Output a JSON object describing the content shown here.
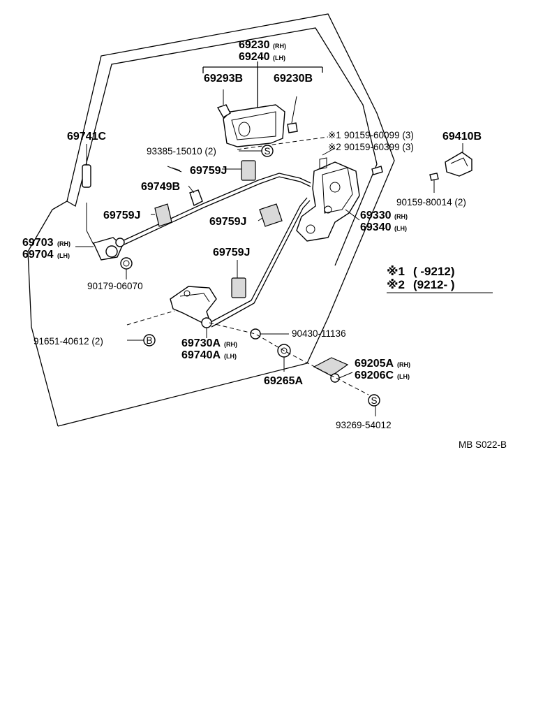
{
  "parts": {
    "p69230rh": "69230",
    "p69230rh_tag": "(RH)",
    "p69240lh": "69240",
    "p69240lh_tag": "(LH)",
    "p69293b": "69293B",
    "p69230b": "69230B",
    "p69741c": "69741C",
    "p93385": "93385-15010 (2)",
    "p90159_60099": "90159-60099 (3)",
    "p90159_60399": "90159-60399 (3)",
    "mark1": "※1",
    "mark2": "※2",
    "p69410b": "69410B",
    "p69759j_a": "69759J",
    "p69749b": "69749B",
    "p69759j_b": "69759J",
    "p69759j_c": "69759J",
    "p90159_80014": "90159-80014 (2)",
    "p69330rh": "69330",
    "p69330rh_tag": "(RH)",
    "p69340lh": "69340",
    "p69340lh_tag": "(LH)",
    "p69703rh": "69703",
    "p69703rh_tag": "(RH)",
    "p69704lh": "69704",
    "p69704lh_tag": "(LH)",
    "p69759j_d": "69759J",
    "p90179": "90179-06070",
    "p90430": "90430-11136",
    "p91651": "91651-40612 (2)",
    "p69730a": "69730A",
    "p69730a_tag": "(RH)",
    "p69740a": "69740A",
    "p69740a_tag": "(LH)",
    "p69205a": "69205A",
    "p69205a_tag": "(RH)",
    "p69206c": "69206C",
    "p69206c_tag": "(LH)",
    "p69265a": "69265A",
    "p93269": "93269-54012",
    "circle_s": "S",
    "circle_b": "B"
  },
  "legend": {
    "row1_mark": "※1",
    "row1_text": "(      -9212)",
    "row2_mark": "※2",
    "row2_text": "(9212-        )"
  },
  "drawing_code": "MB S022-B"
}
